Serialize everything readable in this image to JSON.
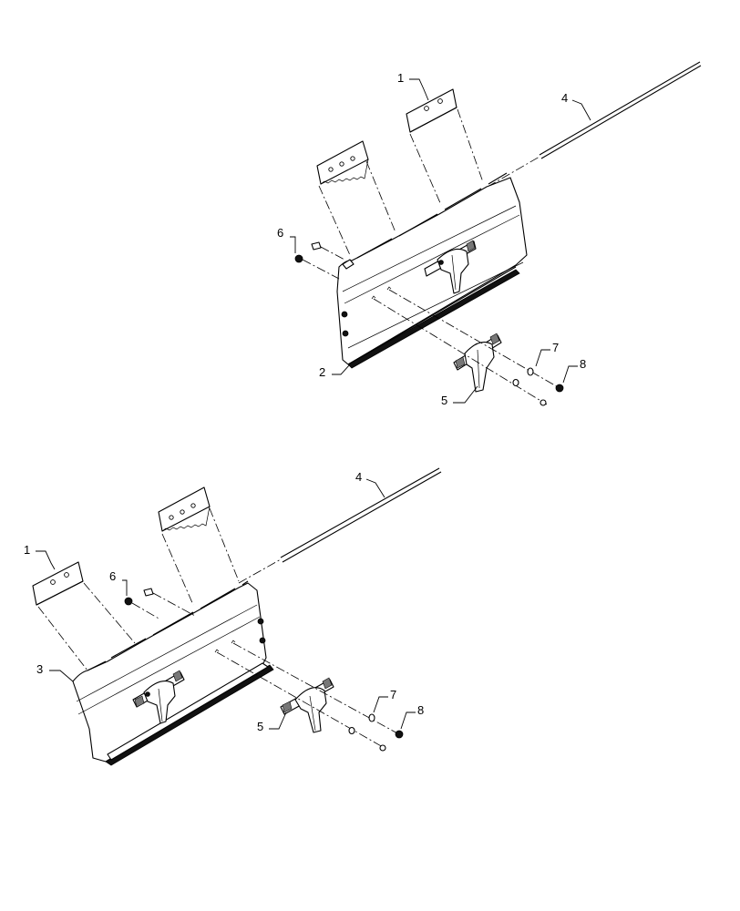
{
  "callouts": {
    "top": {
      "c1": "1",
      "c2": "2",
      "c4": "4",
      "c5": "5",
      "c6": "6",
      "c7": "7",
      "c8": "8"
    },
    "bottom": {
      "c1": "1",
      "c3": "3",
      "c4": "4",
      "c5": "5",
      "c6": "6",
      "c7": "7",
      "c8": "8"
    }
  }
}
